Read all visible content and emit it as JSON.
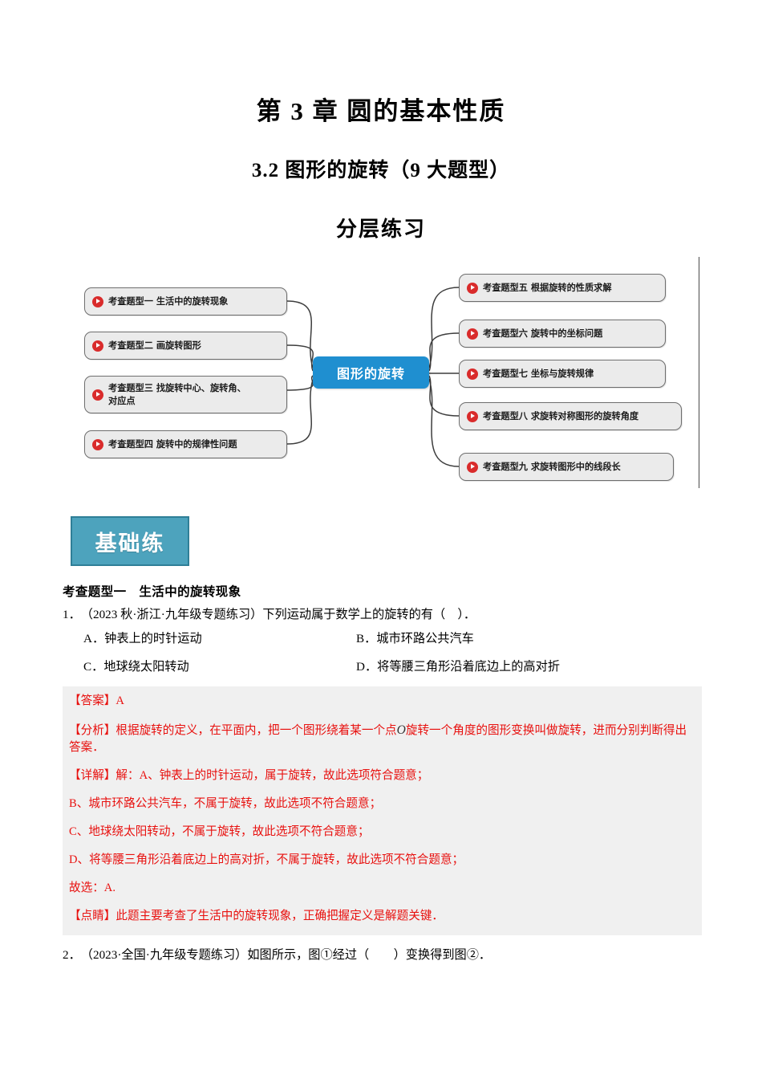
{
  "document": {
    "chapter_title": "第 3 章  圆的基本性质",
    "section_title": "3.2  图形的旋转（9 大题型）",
    "practice_title": "分层练习"
  },
  "mindmap": {
    "center_label": "图形的旋转",
    "center_color": "#1f8fd0",
    "box_fill": "#ebebeb",
    "box_border": "#6e6e6e",
    "icon_color": "#d92b2b",
    "left_items": [
      {
        "label": "考查题型一 生活中的旋转现象"
      },
      {
        "label": "考查题型二 画旋转图形"
      },
      {
        "label": "考查题型三 找旋转中心、旋转角、\n对应点"
      },
      {
        "label": "考查题型四 旋转中的规律性问题"
      }
    ],
    "right_items": [
      {
        "label": "考查题型五 根据旋转的性质求解"
      },
      {
        "label": "考查题型六 旋转中的坐标问题"
      },
      {
        "label": "考查题型七 坐标与旋转规律"
      },
      {
        "label": "考查题型八 求旋转对称图形的旋转角度"
      },
      {
        "label": "考查题型九 求旋转图形中的线段长"
      }
    ]
  },
  "badge": {
    "label": "基础练",
    "bg_color": "#4da3bd",
    "border_color": "#2f7f97"
  },
  "section": {
    "heading": "考查题型一　生活中的旋转现象"
  },
  "question1": {
    "number": "1．",
    "stem": "（2023 秋·浙江·九年级专题练习）下列运动属于数学上的旋转的有（　）．",
    "options": [
      {
        "key": "A．",
        "text": "钟表上的时针运动"
      },
      {
        "key": "B．",
        "text": "城市环路公共汽车"
      },
      {
        "key": "C．",
        "text": "地球绕太阳转动"
      },
      {
        "key": "D．",
        "text": "将等腰三角形沿着底边上的高对折"
      }
    ],
    "answer": {
      "tag": "【答案】",
      "value": "A"
    },
    "analysis": {
      "tag": "【分析】",
      "text_before": "根据旋转的定义，在平面内，把一个图形绕着某一个点",
      "symbol": "O",
      "text_after": "旋转一个角度的图形变换叫做旋转，进而分别判断得出答案．"
    },
    "solution": {
      "tag": "【详解】",
      "lines": [
        "解：A、钟表上的时针运动，属于旋转，故此选项符合题意；",
        "B、城市环路公共汽车，不属于旋转，故此选项不符合题意；",
        "C、地球绕太阳转动，不属于旋转，故此选项不符合题意；",
        "D、将等腰三角形沿着底边上的高对折，不属于旋转，故此选项不符合题意；",
        "故选：A."
      ]
    },
    "highlight": {
      "tag": "【点睛】",
      "text": "此题主要考查了生活中的旋转现象，正确把握定义是解题关键．"
    },
    "text_color": "#e8110f",
    "block_bg": "#f0f0f0"
  },
  "question2": {
    "number": "2．",
    "stem": "（2023·全国·九年级专题练习）如图所示，图①经过（　　）变换得到图②．"
  }
}
